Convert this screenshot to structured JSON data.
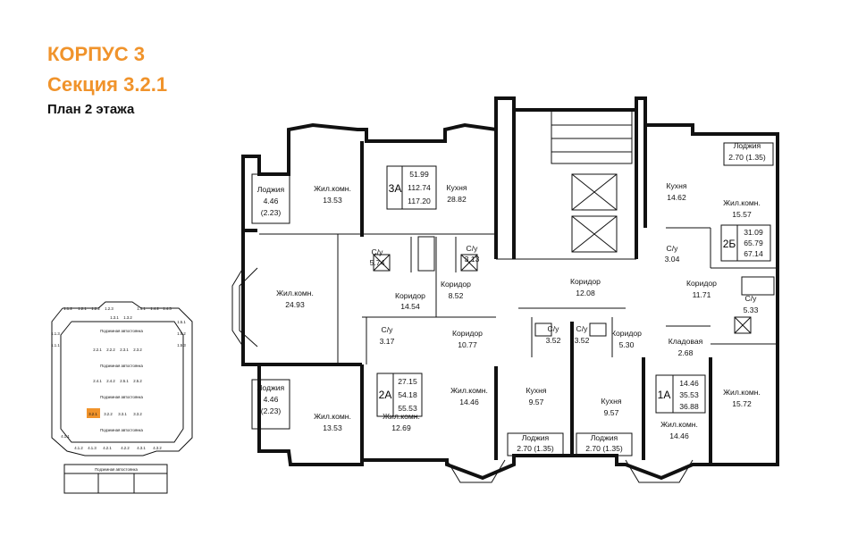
{
  "header": {
    "building": "КОРПУС 3",
    "section": "Секция 3.2.1",
    "floor": "План 2 этажа"
  },
  "rooms": [
    {
      "name": "Жил.комн.",
      "area": "13.53"
    },
    {
      "name": "Лоджия",
      "area": "4.46",
      "extra": "(2.23)"
    },
    {
      "name": "Кухня",
      "area": "28.82"
    },
    {
      "name": "С/у",
      "area": "5.74"
    },
    {
      "name": "С/у",
      "area": "3.13"
    },
    {
      "name": "Жил.комн.",
      "area": "24.93"
    },
    {
      "name": "Коридор",
      "area": "14.54"
    },
    {
      "name": "Коридор",
      "area": "8.52"
    },
    {
      "name": "Коридор",
      "area": "12.08"
    },
    {
      "name": "Кухня",
      "area": "14.62"
    },
    {
      "name": "Жил.комн.",
      "area": "15.57"
    },
    {
      "name": "Лоджия",
      "area": "2.70 (1.35)"
    },
    {
      "name": "С/у",
      "area": "3.04"
    },
    {
      "name": "Коридор",
      "area": "11.71"
    },
    {
      "name": "С/у",
      "area": "5.33"
    },
    {
      "name": "С/у",
      "area": "3.17"
    },
    {
      "name": "Коридор",
      "area": "10.77"
    },
    {
      "name": "С/у",
      "area": "3.52"
    },
    {
      "name": "С/у",
      "area": "3.52"
    },
    {
      "name": "Коридор",
      "area": "5.30"
    },
    {
      "name": "Кладовая",
      "area": "2.68"
    },
    {
      "name": "Лоджия",
      "area": "4.46",
      "extra": "(2.23)"
    },
    {
      "name": "Жил.комн.",
      "area": "13.53"
    },
    {
      "name": "Жил.комн.",
      "area": "12.69"
    },
    {
      "name": "Жил.комн.",
      "area": "14.46"
    },
    {
      "name": "Кухня",
      "area": "9.57"
    },
    {
      "name": "Кухня",
      "area": "9.57"
    },
    {
      "name": "Лоджия",
      "area": "2.70 (1.35)"
    },
    {
      "name": "Лоджия",
      "area": "2.70 (1.35)"
    },
    {
      "name": "Жил.комн.",
      "area": "14.46"
    },
    {
      "name": "Жил.комн.",
      "area": "15.72"
    }
  ],
  "apartments": [
    {
      "code": "3А",
      "areas": [
        "51.99",
        "112.74",
        "117.20"
      ]
    },
    {
      "code": "2Б",
      "areas": [
        "31.09",
        "65.79",
        "67.14"
      ]
    },
    {
      "code": "2А",
      "areas": [
        "27.15",
        "54.18",
        "55.53"
      ]
    },
    {
      "code": "1А",
      "areas": [
        "14.46",
        "35.53",
        "36.88"
      ]
    }
  ],
  "keymap": {
    "highlight_color": "#f0932b",
    "cells": [
      "1.1.2",
      "1.2.1",
      "1.2.2",
      "1.2.3",
      "1.3.1",
      "1.3.2",
      "1.4.1",
      "1.4.2",
      "1.4.3",
      "1.5.1",
      "1.5.2",
      "1.5.3",
      "1.1.1",
      "1.1.3",
      "2.2.1",
      "2.2.2",
      "2.3.1",
      "2.3.2",
      "2.4.1",
      "2.4.2",
      "2.5.1",
      "2.5.2",
      "3.2.1",
      "3.2.2",
      "3.3.1",
      "3.3.2",
      "4.1.1",
      "4.1.2",
      "4.1.3",
      "4.2.1",
      "4.2.2",
      "4.3.1",
      "4.3.2"
    ],
    "labels": [
      "Подземная автостоянка",
      "Подземная автостоянка",
      "Подземная автостоянка",
      "Подземная автостоянка",
      "Подземная автостоянка"
    ]
  }
}
